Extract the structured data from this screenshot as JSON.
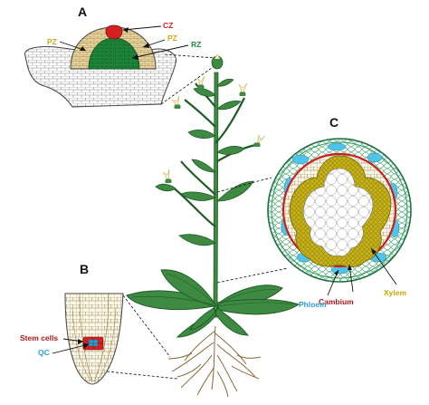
{
  "panels": {
    "a": {
      "letter": "A",
      "labels": {
        "cz": "CZ",
        "pz_left": "PZ",
        "pz_right": "PZ",
        "rz": "RZ"
      }
    },
    "b": {
      "letter": "B",
      "labels": {
        "stem_cells": "Stem cells",
        "qc": "QC"
      }
    },
    "c": {
      "letter": "C",
      "labels": {
        "xylem": "Xylem",
        "cambium": "Cambium",
        "phloem": "Phloem"
      }
    }
  },
  "colors": {
    "cz": "#d42020",
    "pz": "#e8d29a",
    "rz": "#1f8a3a",
    "stem_cells_label": "#b01818",
    "qc_label": "#2a9fd6",
    "xylem_label": "#c9a700",
    "cambium_label": "#b01818",
    "phloem_label": "#2a9fd6",
    "plant_green": "#3f8a43",
    "plant_dark": "#1e5c25",
    "xylem_fill": "#c9b41a",
    "phloem_fill": "#4fc3e8",
    "cortex_green": "#2e9a5a"
  }
}
